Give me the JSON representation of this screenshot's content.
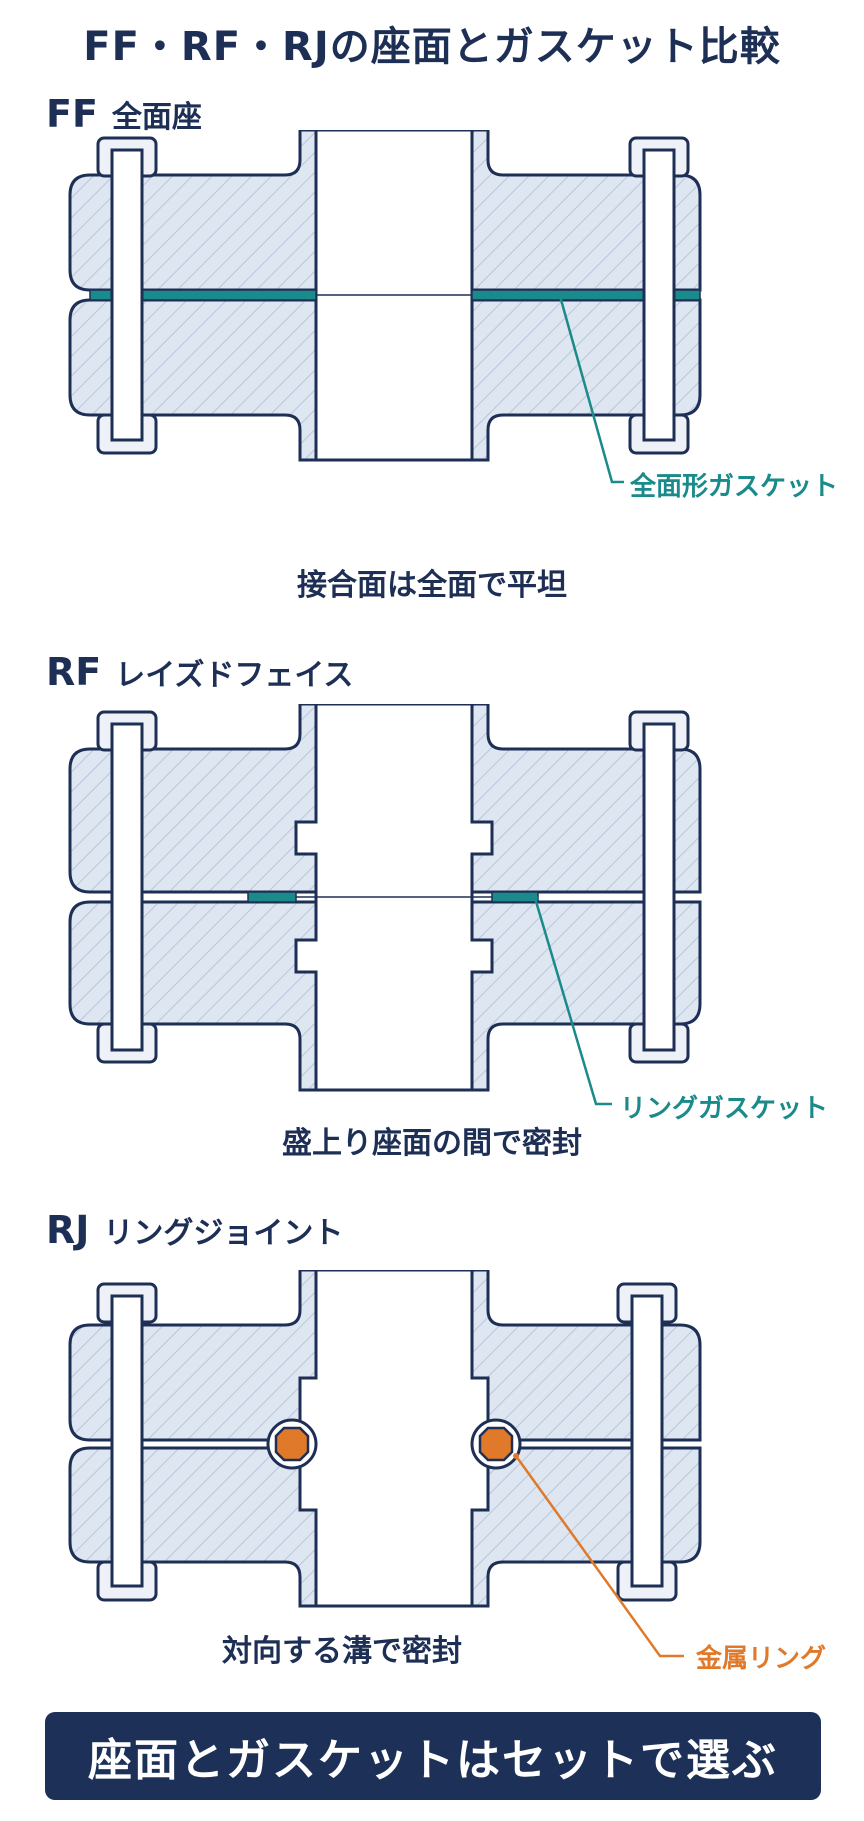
{
  "title": "FF・RF・RJの座面とガスケット比較",
  "colors": {
    "navy": "#1e2f55",
    "fill": "#dde6f1",
    "hatch": "#b9c6da",
    "teal": "#1a8a8a",
    "orange": "#e07a2a",
    "footer_bg": "#1d3158"
  },
  "sections": {
    "ff": {
      "code": "FF",
      "name": "全面座",
      "caption": "接合面は全面で平坦",
      "callout": "全面形ガスケット"
    },
    "rf": {
      "code": "RF",
      "name": "レイズドフェイス",
      "caption": "盛上り座面の間で密封",
      "callout": "リングガスケット"
    },
    "rj": {
      "code": "RJ",
      "name": "リングジョイント",
      "caption": "対向する溝で密封",
      "callout": "金属リング"
    }
  },
  "footer": "座面とガスケットはセットで選ぶ"
}
